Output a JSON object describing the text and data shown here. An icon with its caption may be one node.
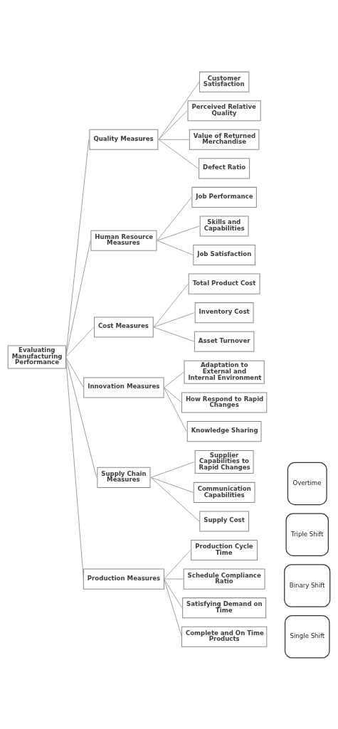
{
  "diagram": {
    "nodes": [
      {
        "text": [
          "Evaluating Manufacturing Performance"
        ]
      },
      {
        "text": [
          "Quality Measures"
        ]
      },
      {
        "text": [
          "Customer Satisfaction"
        ]
      },
      {
        "text": [
          "Perceived Relative Quality"
        ]
      },
      {
        "text": [
          "Value of Returned Merchandise"
        ]
      },
      {
        "text": [
          "Defect Ratio"
        ]
      },
      {
        "text": [
          "Human Resource Measures"
        ]
      },
      {
        "text": [
          "Job Performance"
        ]
      },
      {
        "text": [
          "Skills and Capabilities"
        ]
      },
      {
        "text": [
          "Job Satisfaction"
        ]
      },
      {
        "text": [
          "Cost Measures"
        ]
      },
      {
        "text": [
          "Total Product Cost"
        ]
      },
      {
        "text": [
          "Inventory Cost"
        ]
      },
      {
        "text": [
          "Asset Turnover"
        ]
      },
      {
        "text": [
          "Innovation Measures"
        ]
      },
      {
        "text": [
          "Adaptation to External and Internal Environment"
        ]
      },
      {
        "text": [
          "How Respond to Rapid Changes"
        ]
      },
      {
        "text": [
          "Knowledge Sharing"
        ]
      },
      {
        "text": [
          "Supply Chain Measures"
        ]
      },
      {
        "text": [
          "Supplier Capabilities to Rapid Changes"
        ]
      },
      {
        "text": [
          "Communication Capabilities"
        ]
      },
      {
        "text": [
          "Supply Cost"
        ]
      },
      {
        "text": [
          "Production Measures"
        ]
      },
      {
        "text": [
          "Production Cycle Time"
        ]
      },
      {
        "text": [
          "Schedule Compliance Ratio"
        ]
      },
      {
        "text": [
          "Satisfying Demand on Time"
        ]
      },
      {
        "text": [
          "Complete and On Time Products"
        ]
      },
      {
        "text": [
          "Overtime"
        ]
      },
      {
        "text": [
          "Triple Shift"
        ]
      },
      {
        "text": [
          "Binary Shift"
        ]
      },
      {
        "text": [
          "Single Shift"
        ]
      }
    ],
    "edges": [
      {
        "from": 0,
        "to": 1,
        "arrow": "none"
      },
      {
        "from": 1,
        "to": 2,
        "arrow": "none"
      },
      {
        "from": 1,
        "to": 3,
        "arrow": "none"
      },
      {
        "from": 1,
        "to": 4,
        "arrow": "none"
      },
      {
        "from": 1,
        "to": 5,
        "arrow": "none"
      },
      {
        "from": 0,
        "to": 6,
        "arrow": "none"
      },
      {
        "from": 6,
        "to": 7,
        "arrow": "none"
      },
      {
        "from": 6,
        "to": 8,
        "arrow": "none"
      },
      {
        "from": 6,
        "to": 9,
        "arrow": "none"
      },
      {
        "from": 0,
        "to": 10,
        "arrow": "none"
      },
      {
        "from": 10,
        "to": 11,
        "arrow": "none"
      },
      {
        "from": 10,
        "to": 12,
        "arrow": "none"
      },
      {
        "from": 10,
        "to": 13,
        "arrow": "none"
      },
      {
        "from": 0,
        "to": 14,
        "arrow": "none"
      },
      {
        "from": 14,
        "to": 15,
        "arrow": "none"
      },
      {
        "from": 14,
        "to": 16,
        "arrow": "none"
      },
      {
        "from": 14,
        "to": 17,
        "arrow": "none"
      },
      {
        "from": 0,
        "to": 18,
        "arrow": "none"
      },
      {
        "from": 18,
        "to": 19,
        "arrow": "none"
      },
      {
        "from": 18,
        "to": 20,
        "arrow": "none"
      },
      {
        "from": 18,
        "to": 21,
        "arrow": "none"
      },
      {
        "from": 0,
        "to": 22,
        "arrow": "none"
      },
      {
        "from": 22,
        "to": 23,
        "arrow": "none"
      },
      {
        "from": 22,
        "to": 24,
        "arrow": "none"
      },
      {
        "from": 22,
        "to": 25,
        "arrow": "none"
      },
      {
        "from": 22,
        "to": 26,
        "arrow": "none"
      }
    ]
  }
}
